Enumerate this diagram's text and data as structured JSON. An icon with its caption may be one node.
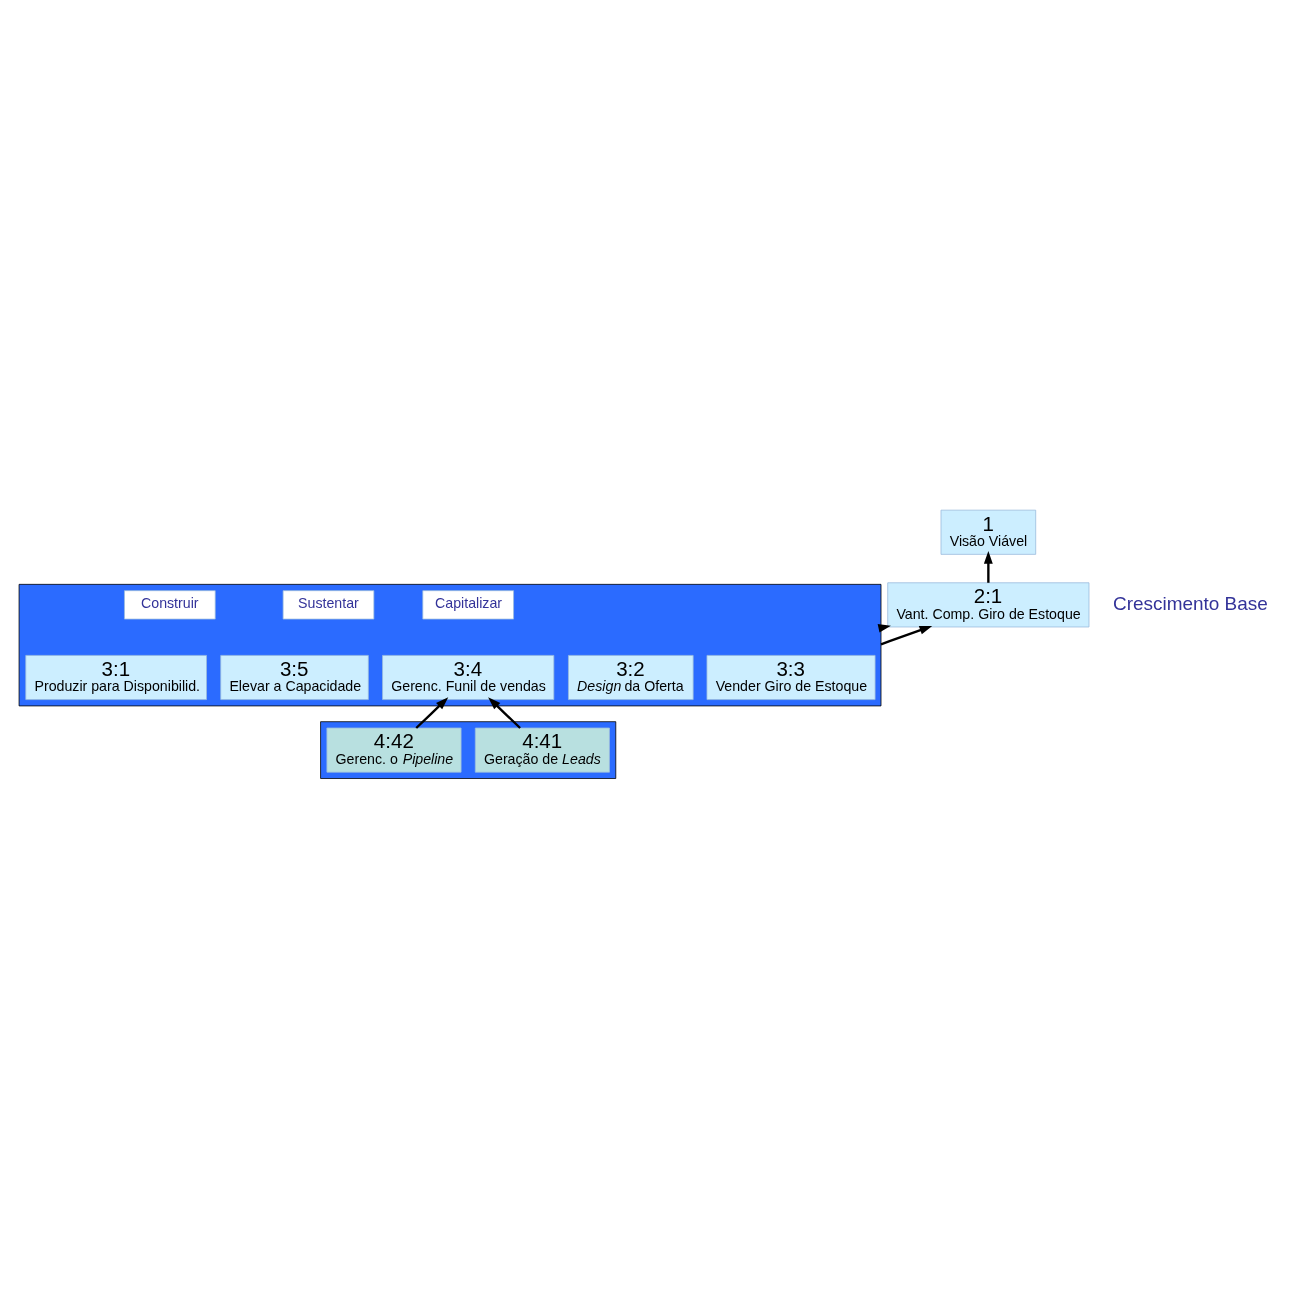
{
  "diagram": {
    "nodes": [
      {
        "text": [
          "1",
          "Visão Viável"
        ]
      },
      {
        "text": [
          "2:1",
          "Vant. Comp. Giro de Estoque"
        ]
      },
      {
        "text": [],
        "shape": "box"
      },
      {
        "text": [
          "Construir"
        ],
        "in": 2
      },
      {
        "text": [
          "Capitalizar"
        ],
        "in": 2
      },
      {
        "text": [
          "Sustentar"
        ],
        "in": 2
      },
      {
        "text": [
          "3:1",
          "Produzir para Disponibilid."
        ],
        "in": 2
      },
      {
        "text": [
          "3:2",
          "*Design* da Oferta"
        ],
        "in": 2
      },
      {
        "text": [
          "3:3",
          "Vender Giro de Estoque"
        ],
        "in": 2
      },
      {
        "text": [
          "3:4",
          "Gerenc. Funil de vendas"
        ],
        "in": 2
      },
      {
        "text": [
          "3:5",
          "Elevar a Capacidade"
        ],
        "in": 2
      },
      {
        "text": [],
        "shape": "box"
      },
      {
        "text": [
          "4:41",
          "Geração de *Leads*"
        ],
        "in": 11
      },
      {
        "text": [
          "4:42",
          "Gerenc. o *Pipeline*"
        ],
        "in": 11
      }
    ],
    "edges": [
      {
        "from": 1,
        "to": 0,
        "arrow": "to"
      },
      {
        "from": 2,
        "to": 1,
        "arrow": "to"
      },
      {
        "from": 2,
        "to": 1,
        "arrow": "to"
      },
      {
        "from": 12,
        "to": 9,
        "arrow": "to"
      },
      {
        "from": 13,
        "to": 9,
        "arrow": "to"
      }
    ],
    "labels": [
      "Crescimento Base"
    ]
  }
}
